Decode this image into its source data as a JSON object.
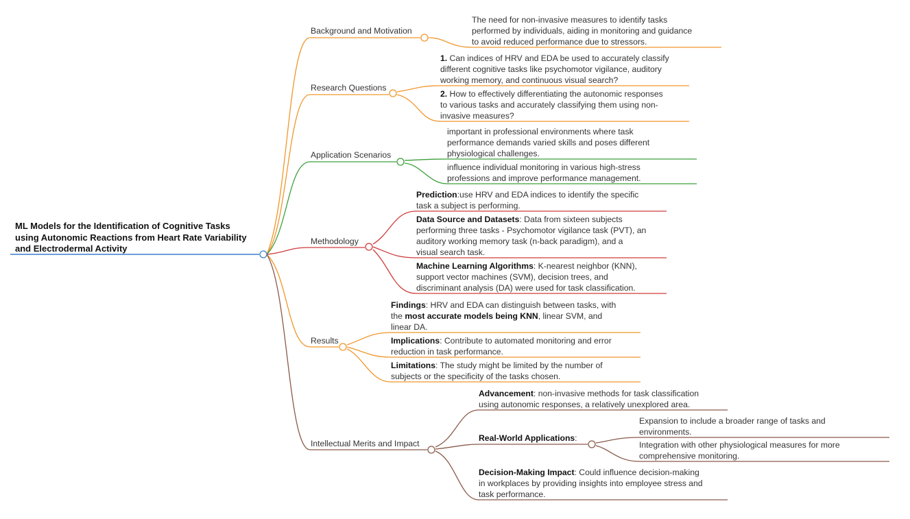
{
  "root": {
    "lines": [
      "ML Models for the Identification of Cognitive Tasks",
      "using Autonomic Reactions from Heart Rate Variability",
      "and Electrodermal Activity"
    ]
  },
  "colors": {
    "root": "#3a7ec8",
    "orange": "#f0962a",
    "green": "#3aa03a",
    "red": "#d03a3a",
    "brown": "#8a5a4a"
  },
  "branches": {
    "background": {
      "label": "Background and Motivation",
      "text": [
        "The need for non-invasive measures to identify tasks",
        "performed by individuals, aiding in monitoring and guidance",
        "to avoid reduced performance due to stressors."
      ]
    },
    "research": {
      "label": "Research Questions",
      "q1": {
        "num": "1.",
        "lines": [
          " Can indices of HRV and EDA be used to accurately classify",
          "different cognitive tasks like psychomotor vigilance, auditory",
          "working memory, and continuous visual search?"
        ]
      },
      "q2": {
        "num": "2.",
        "lines": [
          " How to effectively differentiating the autonomic responses",
          "to various tasks and accurately classifying them using non-",
          "invasive measures?"
        ]
      }
    },
    "application": {
      "label": "Application Scenarios",
      "a1": [
        "important in professional environments where task",
        "performance demands varied skills and poses different",
        "physiological challenges."
      ],
      "a2": [
        "influence individual monitoring in various high-stress",
        "professions and improve performance management."
      ]
    },
    "methodology": {
      "label": "Methodology",
      "m1": {
        "head": "Prediction",
        "lines": [
          ":use HRV and EDA indices to identify the specific",
          "task a subject is performing."
        ]
      },
      "m2": {
        "head": "Data Source and Datasets",
        "lines": [
          ": Data from sixteen subjects",
          "performing three tasks - Psychomotor vigilance task (PVT), an",
          "auditory working memory task (n-back paradigm), and a",
          "visual search task."
        ]
      },
      "m3": {
        "head": "Machine Learning Algorithms",
        "lines": [
          ": K-nearest neighbor (KNN),",
          "support vector machines (SVM), decision trees, and",
          "discriminant analysis (DA) were used for task classification."
        ]
      }
    },
    "results": {
      "label": "Results",
      "r1": {
        "head": "Findings",
        "l1": ": HRV and EDA can distinguish between tasks, with",
        "l2a": "the ",
        "l2b": "most accurate models being KNN",
        "l2c": ", linear SVM, and",
        "l3": "linear DA."
      },
      "r2": {
        "head": "Implications",
        "lines": [
          ": Contribute to automated monitoring and error",
          "reduction in task performance."
        ]
      },
      "r3": {
        "head": "Limitations",
        "lines": [
          ": The study might be limited by the number of",
          "subjects or the specificity of the tasks chosen."
        ]
      }
    },
    "intellectual": {
      "label": "Intellectual Merits and Impact",
      "i1": {
        "head": "Advancement",
        "lines": [
          ": non-invasive methods for task classification",
          "using autonomic responses, a relatively unexplored area."
        ]
      },
      "i2": {
        "head": "Real-World Applications",
        "tail": ":",
        "sub1": [
          "Expansion to include a broader range of tasks and",
          "environments."
        ],
        "sub2": [
          "Integration with other physiological measures for more",
          "comprehensive monitoring."
        ]
      },
      "i3": {
        "head": "Decision-Making Impact",
        "lines": [
          ": Could influence decision-making",
          "in workplaces by providing insights into employee stress and",
          "task performance."
        ]
      }
    }
  }
}
